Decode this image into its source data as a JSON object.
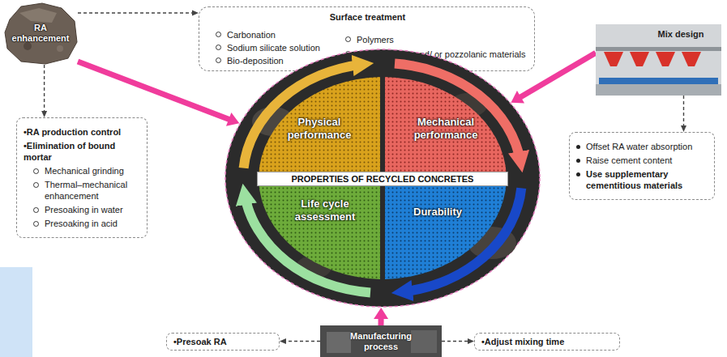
{
  "diagram": {
    "nodes": [
      {
        "text": [
          "RA enhancement"
        ]
      },
      {
        "text": [
          "Surface treatment",
          "Carbonation",
          "Sodium silicate solution",
          "Bio-deposition",
          "Polymers",
          "Cement paste and/ or pozzolanic materials"
        ]
      },
      {
        "text": [
          "•RA production control",
          "•Elimination of bound mortar",
          "Mechanical grinding",
          "Thermal–mechanical enhancement",
          "Presoaking in water",
          "Presoaking in acid"
        ]
      },
      {
        "text": [
          "PROPERTIES OF RECYCLED CONCRETES"
        ]
      },
      {
        "text": [
          "Physical performance"
        ],
        "in": 3
      },
      {
        "text": [
          "Mechanical performance"
        ],
        "in": 3
      },
      {
        "text": [
          "Life cycle assessment"
        ],
        "in": 3
      },
      {
        "text": [
          "Durability"
        ],
        "in": 3
      },
      {
        "text": [
          "Mix design"
        ]
      },
      {
        "text": [
          "Offset RA water absorption",
          "Raise cement content",
          "Use supplementary cementitious materials"
        ]
      },
      {
        "text": [
          "Manufacturing process"
        ]
      },
      {
        "text": [
          "•Presoak RA"
        ]
      },
      {
        "text": [
          "•Adjust mixing time"
        ]
      }
    ],
    "edges": [
      {
        "from": 0,
        "to": 1,
        "arrow": "to"
      },
      {
        "from": 0,
        "to": 2,
        "arrow": "to"
      },
      {
        "from": 0,
        "to": 3,
        "arrow": "to"
      },
      {
        "from": 8,
        "to": 3,
        "arrow": "to"
      },
      {
        "from": 8,
        "to": 9,
        "arrow": "to"
      },
      {
        "from": 10,
        "to": 3,
        "arrow": "to"
      },
      {
        "from": 10,
        "to": 11,
        "arrow": "to"
      },
      {
        "from": 10,
        "to": 12,
        "arrow": "to"
      }
    ]
  }
}
